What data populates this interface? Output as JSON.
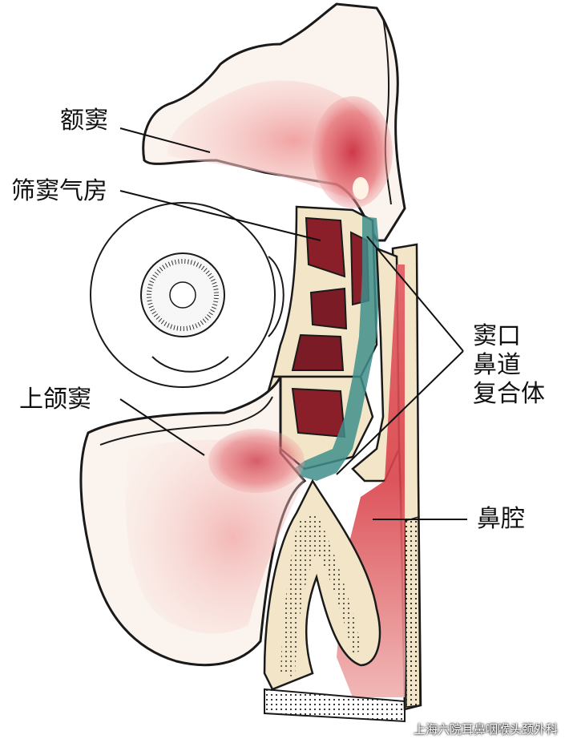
{
  "labels": {
    "frontal_sinus": "额窦",
    "ethmoid_cells": "筛窦气房",
    "maxillary_sinus": "上颌窦",
    "ostiomeatal_complex": [
      "窦口",
      "鼻道",
      "复合体"
    ],
    "nasal_cavity": "鼻腔"
  },
  "watermark": "上海六院耳鼻咽喉头颈外科",
  "colors": {
    "mucosa_red": "#d9424a",
    "mucosa_pink": "#f2b3b3",
    "bone_beige": "#f3e6c8",
    "ostiomeatal_teal": "#3f8e8c",
    "outline": "#1a1a1a"
  }
}
